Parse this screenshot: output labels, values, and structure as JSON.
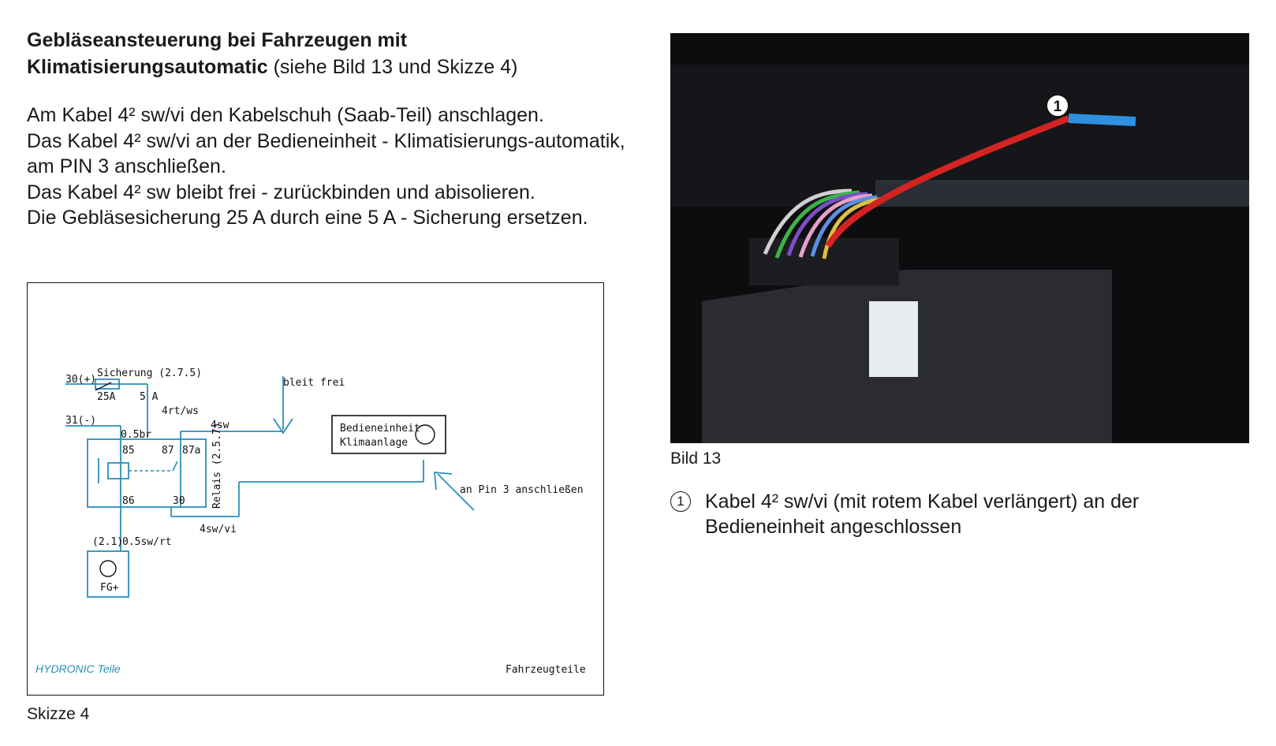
{
  "heading": {
    "bold": "Gebläseansteuerung bei Fahrzeugen mit Klimatisierungsautomatic",
    "normal": " (siehe Bild 13 und Skizze 4)"
  },
  "body_lines": [
    "Am Kabel 4² sw/vi den Kabelschuh (Saab-Teil) anschlagen.",
    "Das Kabel 4² sw/vi an der Bedieneinheit - Klimatisierungs-automatik, am PIN 3 anschließen.",
    "Das Kabel 4² sw bleibt frei - zurückbinden und abisolieren.",
    "Die Gebläsesicherung 25 A durch eine 5 A - Sicherung ersetzen."
  ],
  "sketch": {
    "caption": "Skizze 4",
    "labels": {
      "plus30": "30(+)",
      "fuse": "Sicherung (2.7.5)",
      "fuse_old": "25A",
      "fuse_new": "5 A",
      "wire_rtws": "4rt/ws",
      "minus31": "31(-)",
      "wire_br": "0.5br",
      "pin85": "85",
      "pin87": "87",
      "pin87a": "87a",
      "pin86": "86",
      "pin30": "30",
      "relay": "Relais (2.5.7)",
      "wire_sw": "4sw",
      "bleibt_frei": "bleit frei",
      "wire_swvi": "4sw/vi",
      "unit_line1": "Bedieneinheit",
      "unit_line2": "Klimaanlage",
      "pin3": "an Pin 3 anschließen",
      "ref21": "(2.1)",
      "wire_swrt": "0.5sw/rt",
      "fg": "FG+",
      "hydronic": "HYDRONIC Teile",
      "fahrzeug": "Fahrzeugteile"
    },
    "colors": {
      "hydronic": "#2a8fb8",
      "vehicle": "#111111"
    }
  },
  "photo": {
    "caption": "Bild 13",
    "marker": "1",
    "colors": {
      "wire": "#d42323",
      "sleeve": "#2f8fe0",
      "background": "#0d0d0f"
    }
  },
  "legend": [
    {
      "num": "1",
      "text": "Kabel 4² sw/vi (mit rotem Kabel verlängert) an der Bedieneinheit angeschlossen"
    }
  ]
}
